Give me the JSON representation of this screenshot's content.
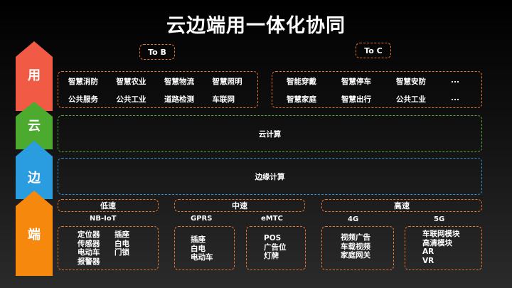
{
  "title": "云边端用一体化协同",
  "to_b_label": "To B",
  "to_c_label": "To C",
  "left_layers": [
    {
      "label": "用",
      "color": "#f15a45"
    },
    {
      "label": "云",
      "color": "#4caa2f"
    },
    {
      "label": "边",
      "color": "#2a9ce0"
    },
    {
      "label": "端",
      "color": "#f5880d"
    }
  ],
  "to_b_apps": [
    "智慧消防",
    "智慧农业",
    "智慧物流",
    "智慧照明",
    "公共服务",
    "公共工业",
    "道路检测",
    "车联网"
  ],
  "to_c_apps": [
    "智能穿戴",
    "智慧停车",
    "智慧安防",
    "...",
    "智慧家庭",
    "智慧出行",
    "公共工业",
    "..."
  ],
  "cloud_label": "云计算",
  "edge_label": "边缘计算",
  "speeds": {
    "low": "低速",
    "mid": "中速",
    "high": "高速"
  },
  "networks": {
    "nbiot": "NB-IoT",
    "gprs": "GPRS",
    "emtc": "eMTC",
    "g4": "4G",
    "g5": "5G"
  },
  "devices": {
    "nbiot_col1": [
      "定位器",
      "传感器",
      "电动车",
      "报警器"
    ],
    "nbiot_col2": [
      "插座",
      "白电",
      "门锁"
    ],
    "gprs": [
      "插座",
      "白电",
      "电动车"
    ],
    "emtc": [
      "POS",
      "广告位",
      "灯牌"
    ],
    "g4": [
      "视频广告",
      "车载视频",
      "家庭网关"
    ],
    "g5": [
      "车联网模块",
      "高清模块",
      "AR",
      "VR"
    ]
  }
}
